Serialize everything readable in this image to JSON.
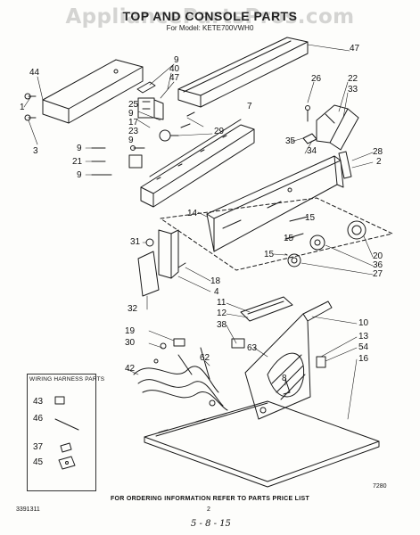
{
  "header": {
    "title": "TOP AND CONSOLE PARTS",
    "subtitle": "For Model: KETE700VWH0",
    "watermark": "AppliancePartsPros.com"
  },
  "callouts": [
    "44",
    "1",
    "3",
    "9",
    "40",
    "47",
    "25",
    "9",
    "17",
    "23",
    "9",
    "29",
    "9",
    "21",
    "9",
    "7",
    "47",
    "26",
    "22",
    "33",
    "35",
    "34",
    "28",
    "2",
    "14",
    "15",
    "15",
    "15",
    "20",
    "36",
    "27",
    "31",
    "18",
    "4",
    "32",
    "11",
    "12",
    "38",
    "63",
    "10",
    "19",
    "30",
    "13",
    "54",
    "16",
    "42",
    "62",
    "8",
    "43",
    "46",
    "37",
    "45"
  ],
  "wiring_box": {
    "title": "WIRING HARNESS PARTS",
    "items": [
      "43",
      "46",
      "37",
      "45"
    ]
  },
  "footer": {
    "instruction": "FOR ORDERING INFORMATION REFER TO PARTS PRICE LIST",
    "page_number": "2",
    "doc_number": "3391311",
    "code": "7280",
    "handwritten_note": "5 - 8 - 15"
  },
  "colors": {
    "ink": "#1a1a1a",
    "paper": "#fdfdfb",
    "watermark": "#969696"
  }
}
